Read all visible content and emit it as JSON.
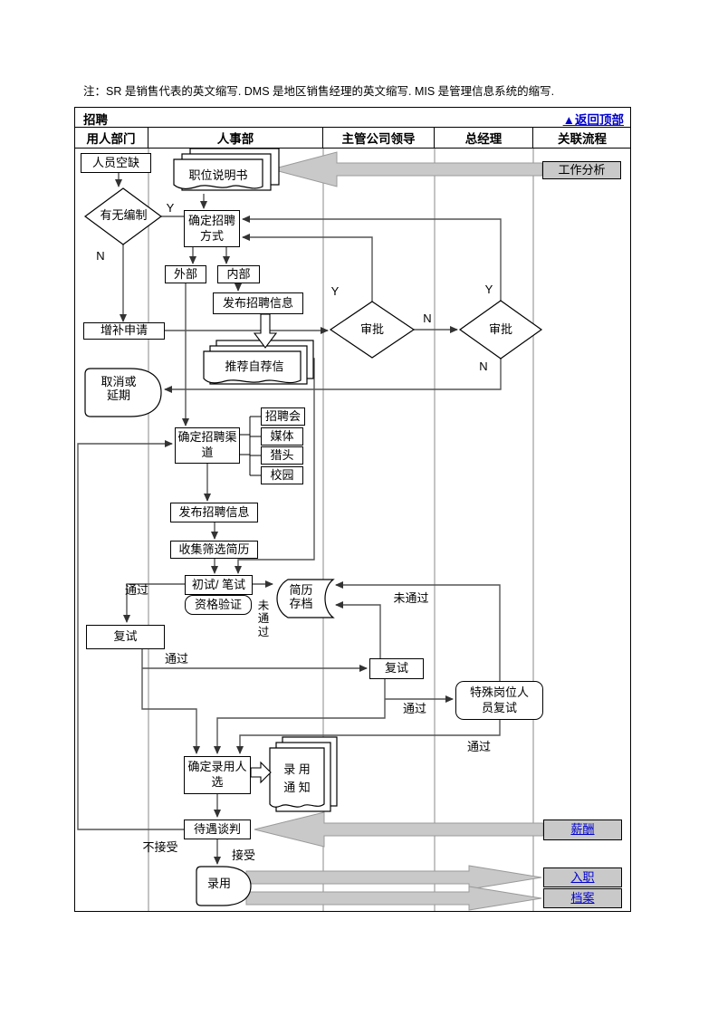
{
  "note": "注：SR 是销售代表的英文缩写. DMS 是地区销售经理的英文缩写. MIS 是管理信息系统的缩写.",
  "table": {
    "title": "招聘",
    "back_to_top": "▲返回顶部",
    "columns": [
      "用人部门",
      "人事部",
      "主管公司领导",
      "总经理",
      "关联流程"
    ]
  },
  "nodes": {
    "renyuan_kongque": "人员空缺",
    "youwu_bianzhi": "有无编制",
    "zhiwei_shuomingshu": "职位说明书",
    "queding_zhaopin_fangshi": "确定招聘\n方式",
    "waibu": "外部",
    "neibu": "内部",
    "fabu_zhaopin_xinxi_1": "发布招聘信息",
    "zengbu_shenqing": "增补申请",
    "shenpi_1": "审批",
    "shenpi_2": "审批",
    "tuijian_zijianxin": "推荐自荐信",
    "quxiao_yanqi": "取消或\n延期",
    "queding_zhaopin_qudao": "确定招聘渠\n道",
    "zhaopinhui": "招聘会",
    "meiti": "媒体",
    "lietou": "猎头",
    "xiaoyuan": "校园",
    "fabu_zhaopin_xinxi_2": "发布招聘信息",
    "shouji_shaixuan_jianli": "收集筛选简历",
    "chushi_bishi": "初试/ 笔试",
    "zige_yanzheng": "资格验证",
    "jianli_cundang": "简历\n存档",
    "fushi_1": "复试",
    "fushi_2": "复试",
    "teshu_gangwei_fushi": "特殊岗位人\n员复试",
    "queding_luyong_renxuan": "确定录用人\n选",
    "luyong_tongzhi": "录  用\n通  知",
    "daiyu_tanpan": "待遇谈判",
    "luyong": "录用",
    "gongzuo_fenxi": "工作分析",
    "xinchou": "薪酬",
    "ruzhi": "入职",
    "dangan": "档案"
  },
  "labels": {
    "y1": "Y",
    "n1": "N",
    "y2": "Y",
    "n2": "N",
    "y3": "Y",
    "n3": "N",
    "pass1": "通过",
    "pass2": "通过",
    "pass3": "通过",
    "pass4": "通过",
    "fail_vertical": "未\n通\n过",
    "fail_horizontal": "未通过",
    "reject": "不接受",
    "accept": "接受"
  },
  "colors": {
    "link_blue": "#0000cc",
    "shape_gray": "#c9c9c9",
    "guide_line_gray": "#c4c4c4"
  }
}
